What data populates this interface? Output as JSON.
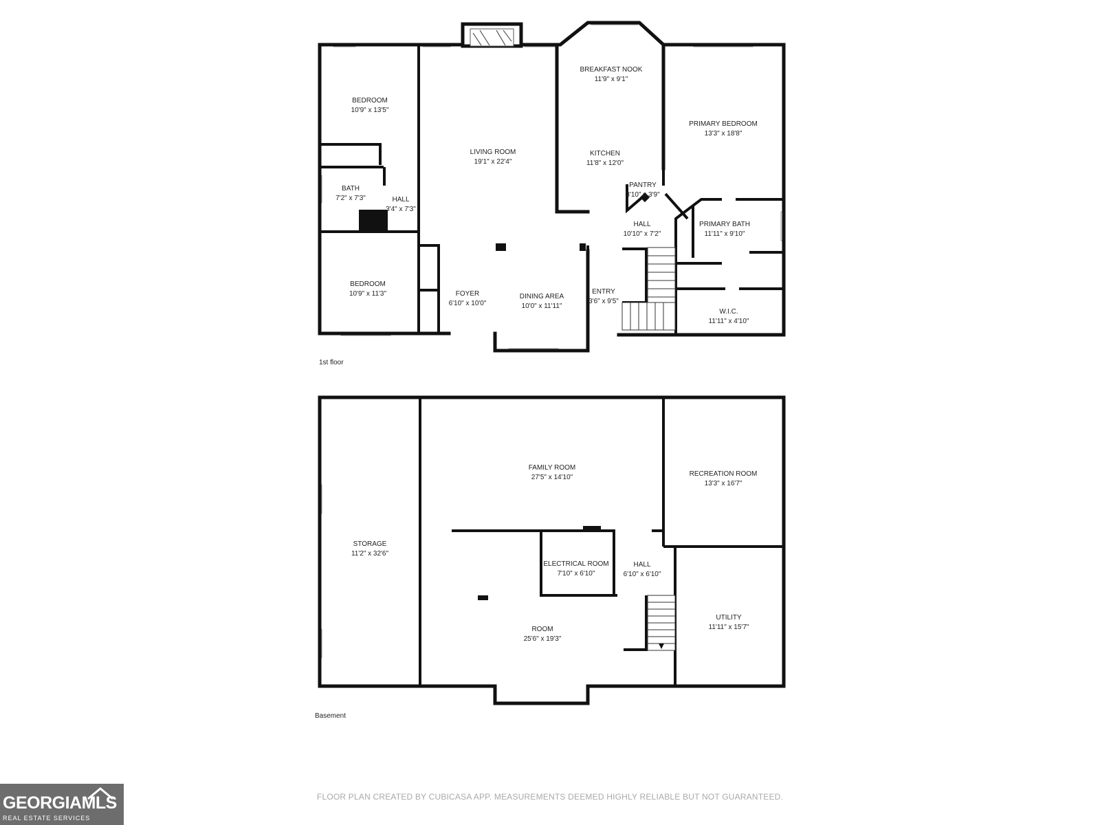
{
  "floors": [
    {
      "label": "1st floor",
      "rooms": [
        {
          "name": "BEDROOM",
          "dims": "10'9\" x 13'5\""
        },
        {
          "name": "LIVING ROOM",
          "dims": "19'1\" x 22'4\""
        },
        {
          "name": "BREAKFAST NOOK",
          "dims": "11'9\" x 9'1\""
        },
        {
          "name": "KITCHEN",
          "dims": "11'8\" x 12'0\""
        },
        {
          "name": "PRIMARY BEDROOM",
          "dims": "13'3\" x 18'8\""
        },
        {
          "name": "PANTRY",
          "dims": "3'10\" x 3'9\""
        },
        {
          "name": "BATH",
          "dims": "7'2\" x 7'3\""
        },
        {
          "name": "HALL",
          "dims": "3'4\" x 7'3\""
        },
        {
          "name": "HALL",
          "dims": "10'10\" x 7'2\""
        },
        {
          "name": "PRIMARY BATH",
          "dims": "11'11\" x 9'10\""
        },
        {
          "name": "BEDROOM",
          "dims": "10'9\" x 11'3\""
        },
        {
          "name": "FOYER",
          "dims": "6'10\" x 10'0\""
        },
        {
          "name": "DINING AREA",
          "dims": "10'0\" x 11'11\""
        },
        {
          "name": "ENTRY",
          "dims": "3'6\" x 9'5\""
        },
        {
          "name": "W.I.C.",
          "dims": "11'11\" x 4'10\""
        }
      ]
    },
    {
      "label": "Basement",
      "rooms": [
        {
          "name": "FAMILY ROOM",
          "dims": "27'5\" x 14'10\""
        },
        {
          "name": "RECREATION ROOM",
          "dims": "13'3\" x 16'7\""
        },
        {
          "name": "STORAGE",
          "dims": "11'2\" x 32'6\""
        },
        {
          "name": "ELECTRICAL ROOM",
          "dims": "7'10\" x 6'10\""
        },
        {
          "name": "HALL",
          "dims": "6'10\" x 6'10\""
        },
        {
          "name": "UTILITY",
          "dims": "11'11\" x 15'7\""
        },
        {
          "name": "ROOM",
          "dims": "25'6\" x 19'3\""
        }
      ]
    }
  ],
  "footer_note": "FLOOR PLAN CREATED BY CUBICASA APP. MEASUREMENTS DEEMED HIGHLY RELIABLE BUT NOT GUARANTEED.",
  "logo": {
    "brand": "GEORGIAMLS",
    "sub": "REAL ESTATE SERVICES",
    "icon": "house-roof-icon"
  },
  "colors": {
    "wall": "#111111",
    "footer_text": "#a9a9a9",
    "logo_bg": "#6d6d6d"
  }
}
